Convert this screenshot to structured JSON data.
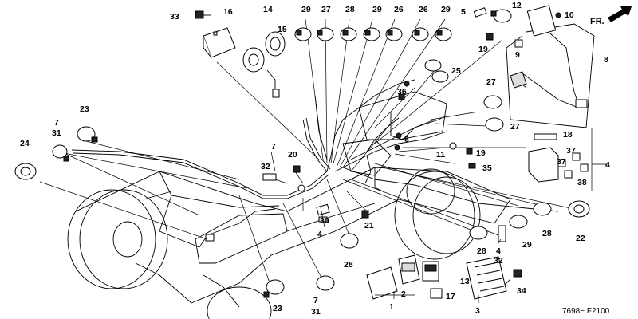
{
  "diagram": {
    "drawing_code": "7698− F2100",
    "direction_label": "FR.",
    "labels": {
      "n1": "1",
      "n2": "2",
      "n3": "3",
      "n4a": "4",
      "n4b": "4",
      "n4c": "4",
      "n5": "5",
      "n6": "6",
      "n7a": "7",
      "n7b": "7",
      "n7c": "7",
      "n8": "8",
      "n9": "9",
      "n10": "10",
      "n11": "11",
      "n12": "12",
      "n13": "13",
      "n14": "14",
      "n15": "15",
      "n16": "16",
      "n17": "17",
      "n18": "18",
      "n19a": "19",
      "n19b": "19",
      "n20": "20",
      "n21": "21",
      "n22": "22",
      "n23a": "23",
      "n23b": "23",
      "n24": "24",
      "n25": "25",
      "n26a": "26",
      "n26b": "26",
      "n27a": "27",
      "n27b": "27",
      "n27c": "27",
      "n28a": "28",
      "n28b": "28",
      "n28c": "28",
      "n28d": "28",
      "n29a": "29",
      "n29b": "29",
      "n29c": "29",
      "n29d": "29",
      "n30": "30",
      "n31a": "31",
      "n31b": "31",
      "n32a": "32",
      "n32b": "32",
      "n33": "33",
      "n34": "34",
      "n35": "35",
      "n36": "36",
      "n37a": "37",
      "n37b": "37",
      "n38": "38"
    }
  }
}
